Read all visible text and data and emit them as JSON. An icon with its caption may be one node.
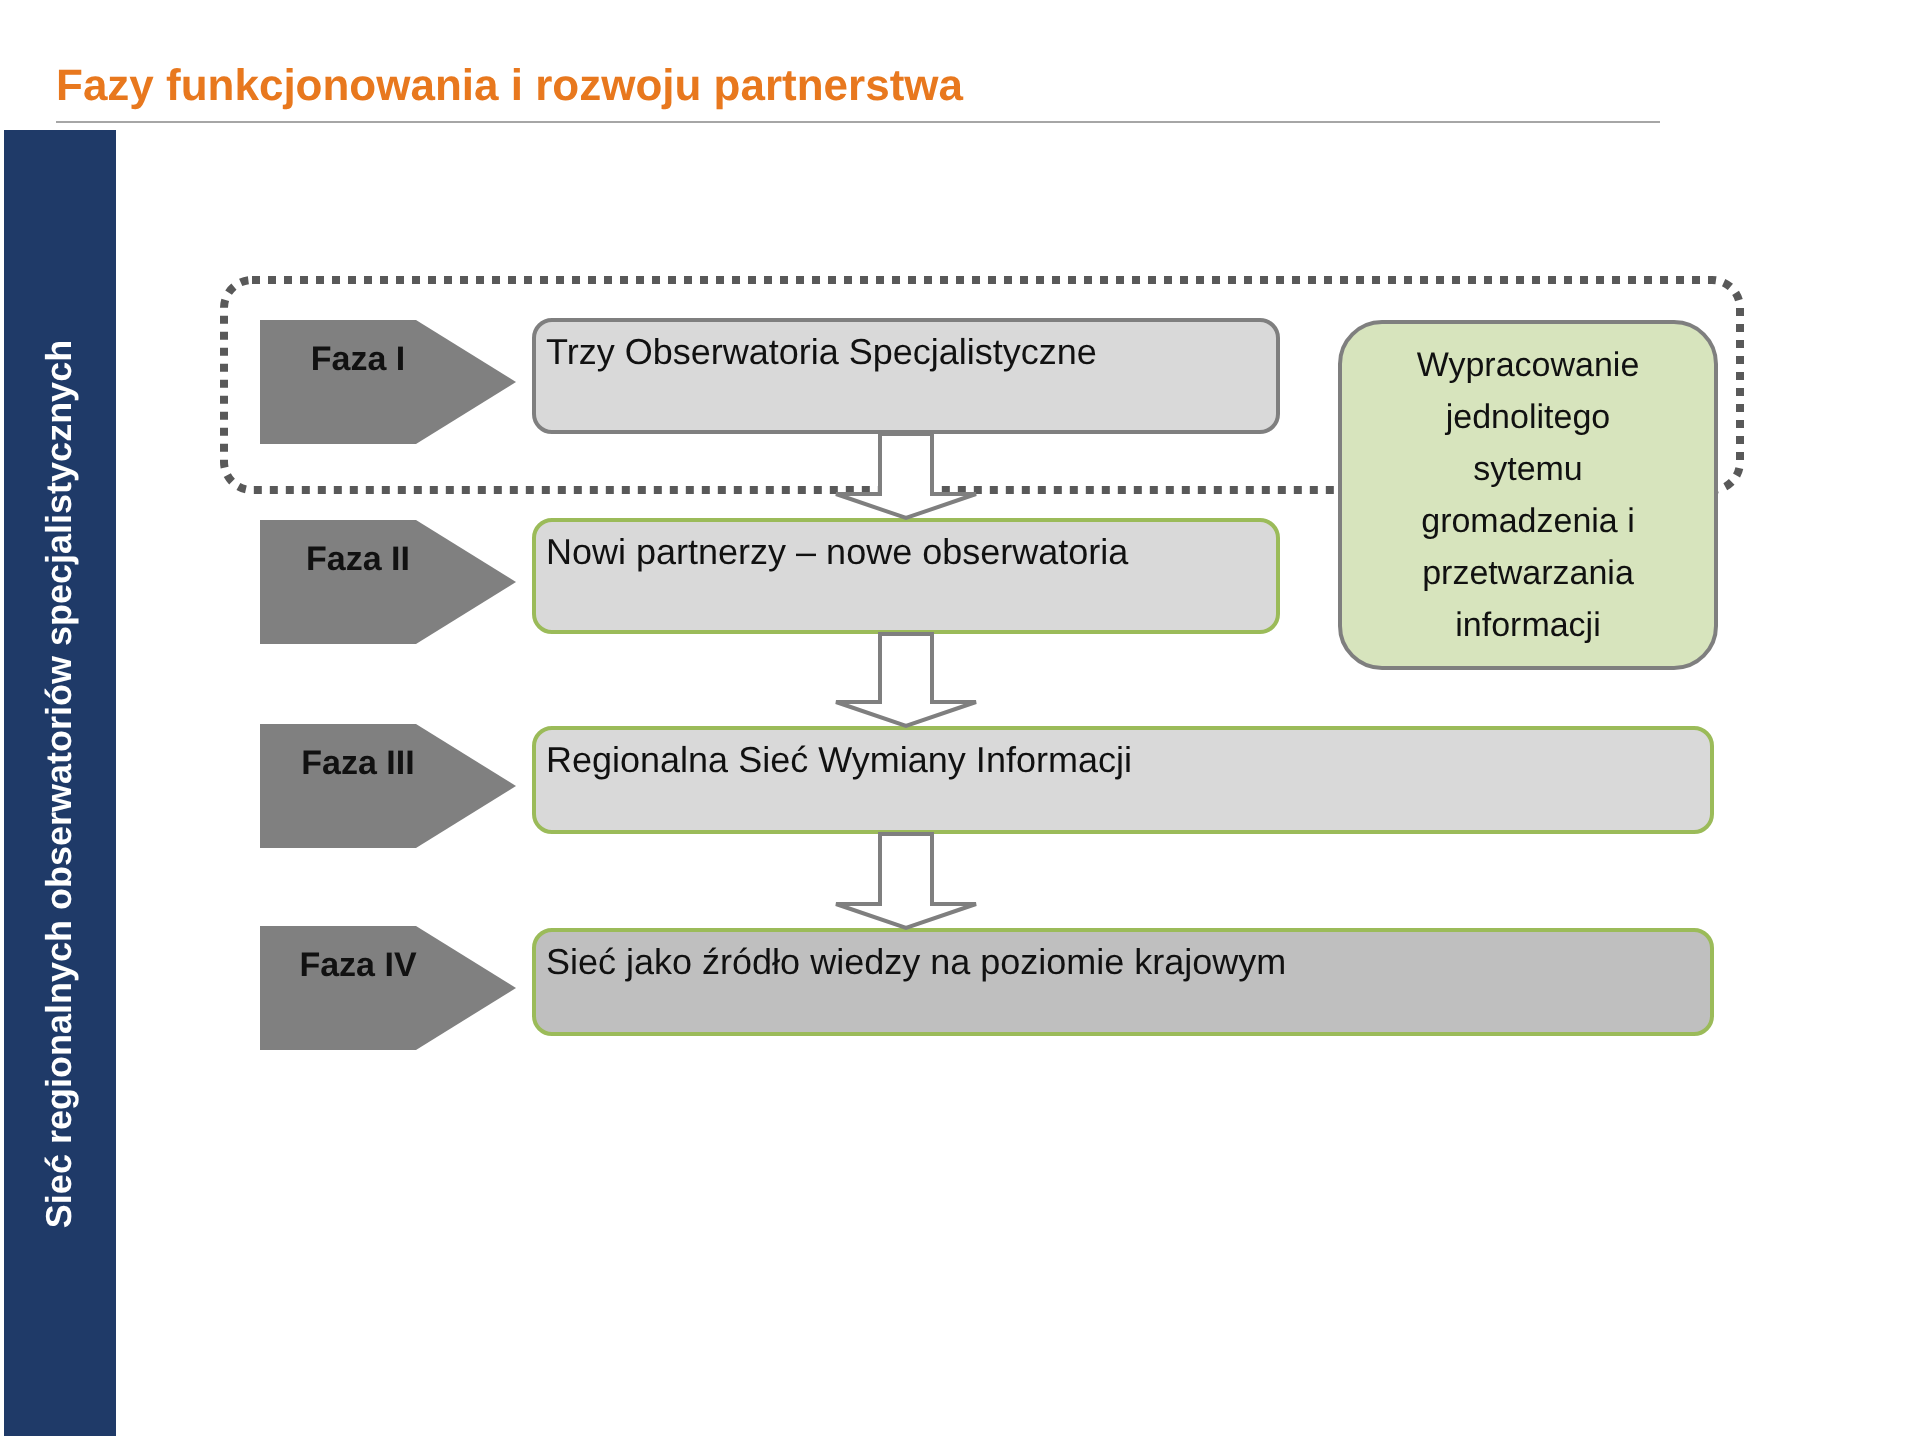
{
  "diagram": {
    "title": "Fazy funkcjonowania i rozwoju partnerstwa",
    "nodes": [
      {
        "text": [
          "Sieć regionalnych obserwatoriów specjalistycznych"
        ]
      },
      {
        "text": [
          "Faza I"
        ]
      },
      {
        "text": [
          "Faza II"
        ]
      },
      {
        "text": [
          "Faza III"
        ]
      },
      {
        "text": [
          "Faza IV"
        ]
      },
      {
        "text": [
          "Trzy Obserwatoria Specjalistyczne"
        ]
      },
      {
        "text": [
          "Nowi partnerzy – nowe obserwatoria"
        ]
      },
      {
        "text": [
          "Regionalna Sieć Wymiany Informacji"
        ]
      },
      {
        "text": [
          "Sieć jako źródło wiedzy na poziomie krajowym"
        ]
      },
      {
        "text": [
          "Wypracowanie jednolitego sytemu gromadzenia i przetwarzania informacji"
        ]
      }
    ],
    "edges": [
      {
        "from": 5,
        "to": 6,
        "arrow": "to"
      },
      {
        "from": 6,
        "to": 7,
        "arrow": "to"
      },
      {
        "from": 7,
        "to": 8,
        "arrow": "to"
      }
    ]
  }
}
